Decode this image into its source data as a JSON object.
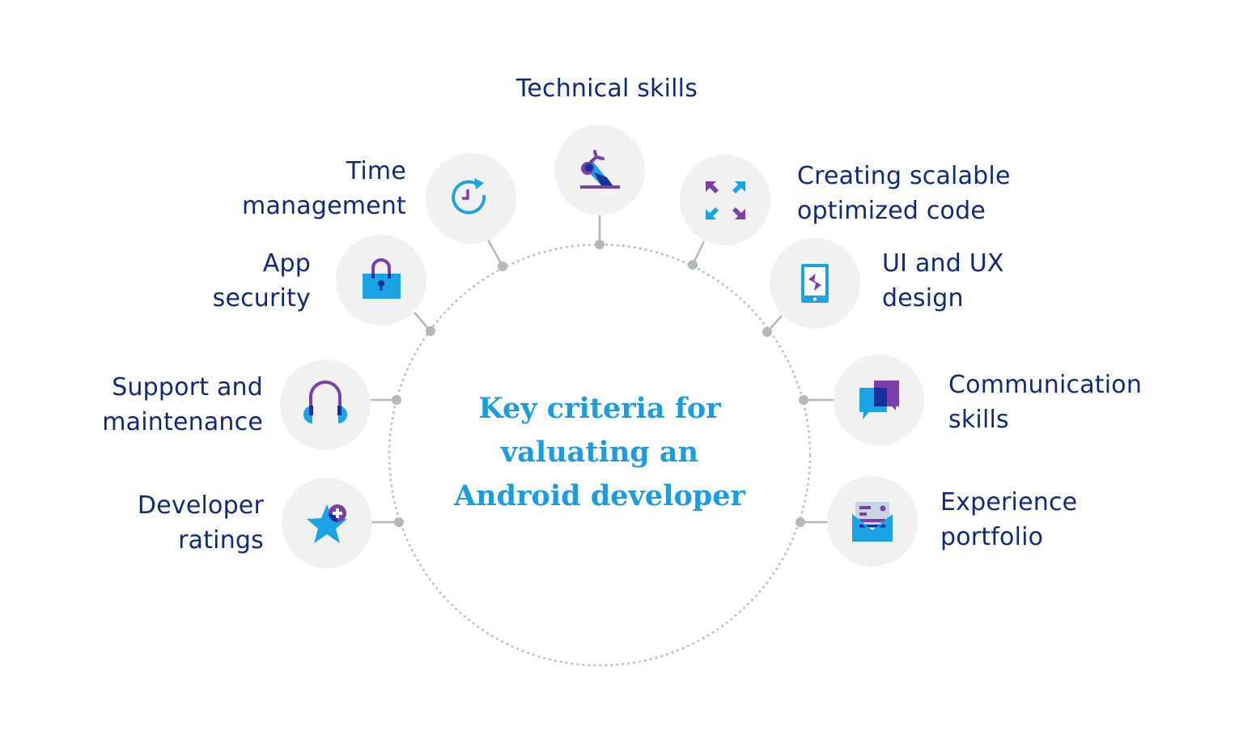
{
  "diagram": {
    "title": [
      "Key criteria for",
      "valuating an",
      "Android developer"
    ],
    "colors": {
      "title": "#1a9de0",
      "label": "#0f2a7a",
      "node_bg": "#f1f1f2",
      "connector": "#b3b8bd",
      "icon_blue": "#1ba3e3",
      "icon_purple": "#7b3fa9",
      "icon_navy": "#14329a"
    },
    "criteria": [
      {
        "id": "technical-skills",
        "lines": [
          "Technical skills"
        ],
        "icon": "robot-arm-icon"
      },
      {
        "id": "time-management",
        "lines": [
          "Time",
          "management"
        ],
        "icon": "clock-refresh-icon"
      },
      {
        "id": "scalable-code",
        "lines": [
          "Creating scalable",
          "optimized code"
        ],
        "icon": "expand-arrows-icon"
      },
      {
        "id": "app-security",
        "lines": [
          "App",
          "security"
        ],
        "icon": "padlock-icon"
      },
      {
        "id": "ui-ux-design",
        "lines": [
          "UI and UX",
          "design"
        ],
        "icon": "tablet-icon"
      },
      {
        "id": "support-maintenance",
        "lines": [
          "Support and",
          "maintenance"
        ],
        "icon": "headphones-icon"
      },
      {
        "id": "communication-skills",
        "lines": [
          "Communication",
          "skills"
        ],
        "icon": "chat-bubbles-icon"
      },
      {
        "id": "developer-ratings",
        "lines": [
          "Developer",
          "ratings"
        ],
        "icon": "star-plus-icon"
      },
      {
        "id": "experience-portfolio",
        "lines": [
          "Experience",
          "portfolio"
        ],
        "icon": "envelope-letter-icon"
      }
    ]
  }
}
